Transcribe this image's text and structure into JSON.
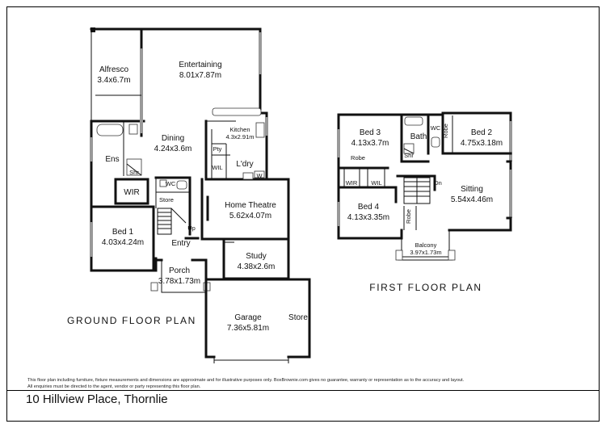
{
  "ground_floor": {
    "title": "GROUND FLOOR PLAN",
    "rooms": {
      "alfresco": {
        "name": "Alfresco",
        "size": "3.4x6.7m"
      },
      "entertaining": {
        "name": "Entertaining",
        "size": "8.01x7.87m"
      },
      "dining": {
        "name": "Dining",
        "size": "4.24x3.6m"
      },
      "kitchen": {
        "name": "Kitchen",
        "size": "4.3x2.91m"
      },
      "ensuite": {
        "name": "Ens"
      },
      "wir": {
        "name": "WIR"
      },
      "shower": {
        "name": "Shr"
      },
      "wc": {
        "name": "WC"
      },
      "store": {
        "name": "Store"
      },
      "pantry": {
        "name": "Pty"
      },
      "wil": {
        "name": "WIL"
      },
      "laundry": {
        "name": "L'dry"
      },
      "w": {
        "name": "W"
      },
      "home_theatre": {
        "name": "Home Theatre",
        "size": "5.62x4.07m"
      },
      "bed1": {
        "name": "Bed 1",
        "size": "4.03x4.24m"
      },
      "up": {
        "name": "Up"
      },
      "entry": {
        "name": "Entry"
      },
      "study": {
        "name": "Study",
        "size": "4.38x2.6m"
      },
      "porch": {
        "name": "Porch",
        "size": "3.78x1.73m"
      },
      "garage": {
        "name": "Garage",
        "size": "7.36x5.81m"
      },
      "garage_store": {
        "name": "Store"
      }
    }
  },
  "first_floor": {
    "title": "FIRST FLOOR PLAN",
    "rooms": {
      "bed3": {
        "name": "Bed 3",
        "size": "4.13x3.7m"
      },
      "bath": {
        "name": "Bath"
      },
      "wc": {
        "name": "WC"
      },
      "shower": {
        "name": "Shr"
      },
      "bed2": {
        "name": "Bed 2",
        "size": "4.75x3.18m"
      },
      "robe1": {
        "name": "Robe"
      },
      "robe2": {
        "name": "Robe"
      },
      "robe3": {
        "name": "Robe"
      },
      "wir": {
        "name": "WIR"
      },
      "wil": {
        "name": "WIL"
      },
      "dn": {
        "name": "Dn"
      },
      "sitting": {
        "name": "Sitting",
        "size": "5.54x4.46m"
      },
      "bed4": {
        "name": "Bed 4",
        "size": "4.13x3.35m"
      },
      "balcony": {
        "name": "Balcony",
        "size": "3.97x1.73m"
      }
    }
  },
  "disclaimer_line1": "This floor plan including furniture, fixture measurements and dimensions are approximate and for illustrative purposes only. BoxBrownie.com gives no guarantee, warranty or representation as to the accuracy and layout.",
  "disclaimer_line2": "All enquiries must be directed to the agent, vendor or party representing this floor plan.",
  "address": "10 Hillview Place, Thornlie"
}
